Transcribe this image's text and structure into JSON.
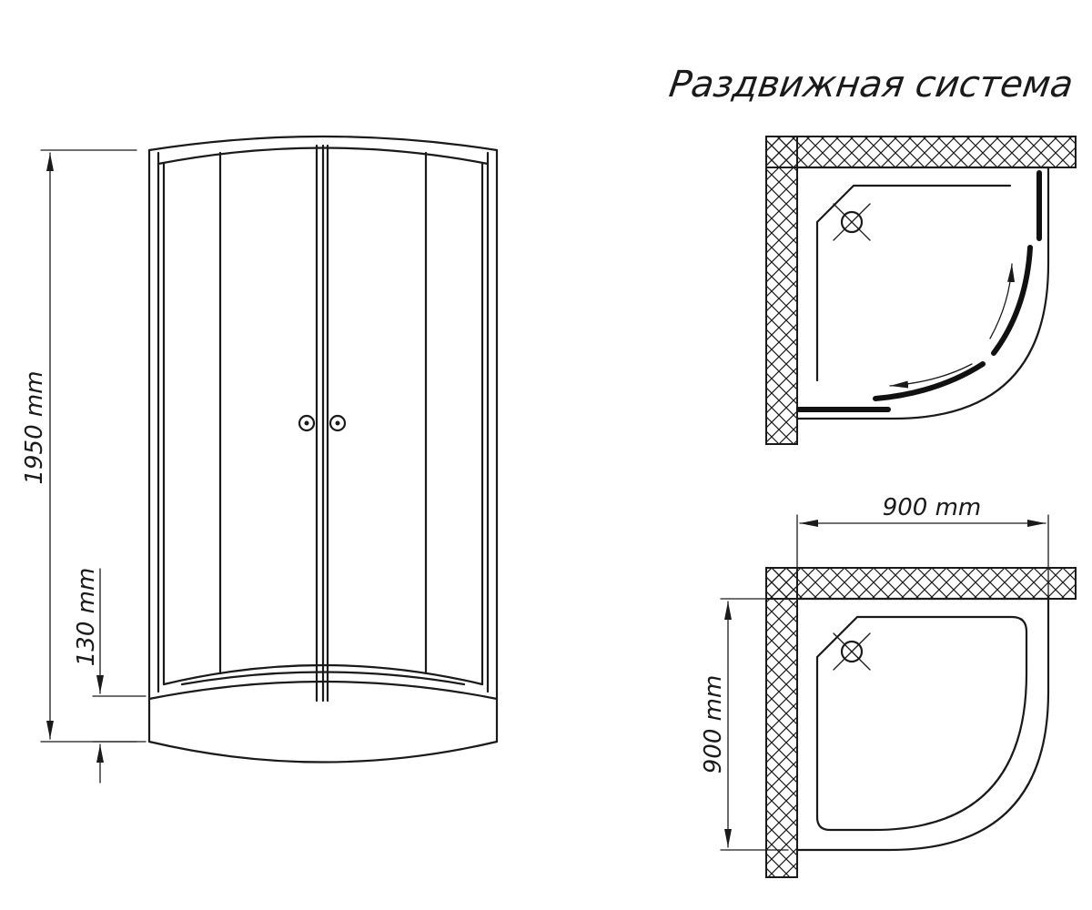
{
  "title": "Раздвижная система",
  "dimensions": {
    "total_height": "1950 mm",
    "tray_height": "130 mm",
    "width": "900 mm",
    "depth": "900 mm"
  },
  "colors": {
    "line": "#1a1a1a",
    "background": "#ffffff"
  }
}
